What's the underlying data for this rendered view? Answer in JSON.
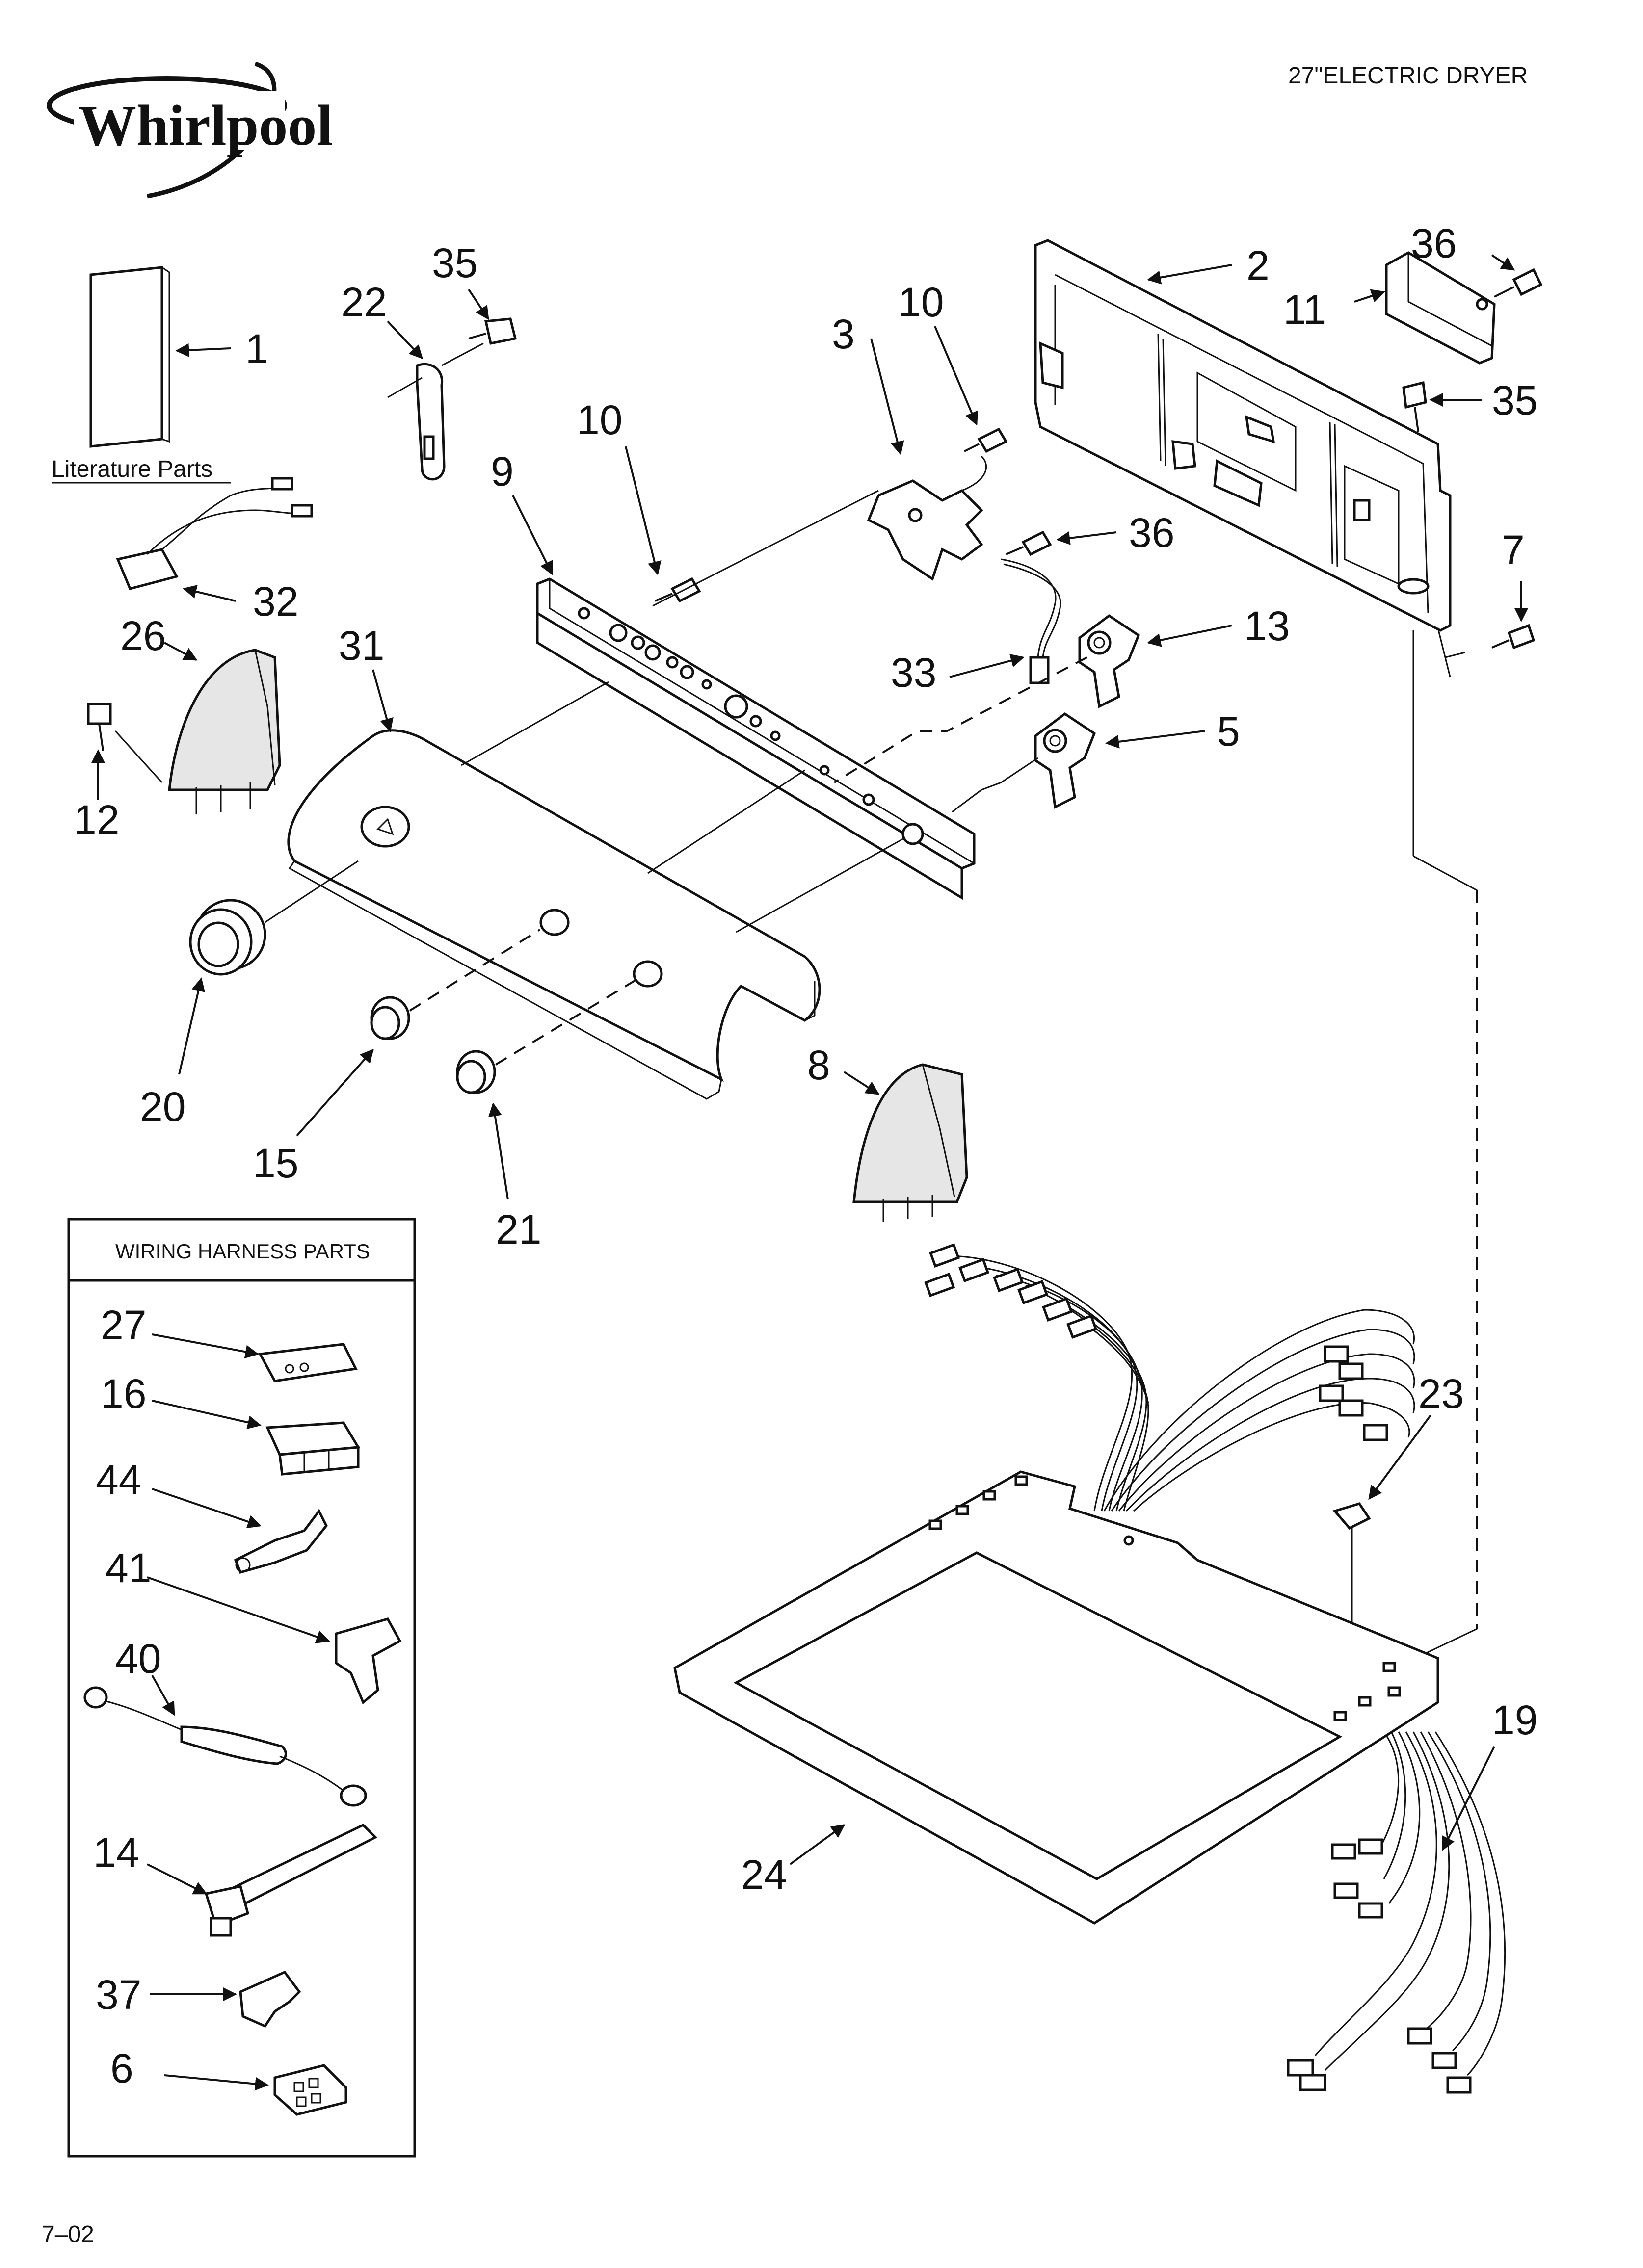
{
  "header": {
    "brand": "Whirlpool",
    "model_title": "27\"ELECTRIC DRYER"
  },
  "footer": {
    "date_code": "7–02"
  },
  "literature": {
    "label": "Literature Parts"
  },
  "harness_box": {
    "title": "WIRING HARNESS PARTS"
  },
  "callouts": {
    "c1": "1",
    "c2": "2",
    "c3": "3",
    "c5": "5",
    "c6": "6",
    "c7": "7",
    "c8": "8",
    "c9": "9",
    "c10a": "10",
    "c10b": "10",
    "c11": "11",
    "c12": "12",
    "c13": "13",
    "c14": "14",
    "c15": "15",
    "c16": "16",
    "c19": "19",
    "c20": "20",
    "c21": "21",
    "c22": "22",
    "c23": "23",
    "c24": "24",
    "c26": "26",
    "c27": "27",
    "c31": "31",
    "c32": "32",
    "c33": "33",
    "c35a": "35",
    "c35b": "35",
    "c36a": "36",
    "c36b": "36",
    "c37": "37",
    "c40": "40",
    "c41": "41",
    "c44": "44"
  }
}
